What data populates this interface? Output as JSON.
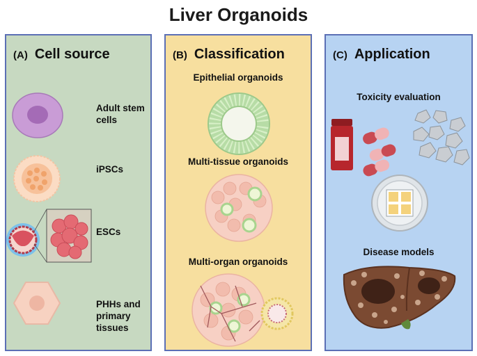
{
  "title": "Liver Organoids",
  "panels": [
    {
      "letter": "(A)",
      "heading": "Cell source",
      "items": [
        {
          "label": "Adult stem cells"
        },
        {
          "label": "iPSCs"
        },
        {
          "label": "ESCs"
        },
        {
          "label": "PHHs and primary tissues"
        }
      ]
    },
    {
      "letter": "(B)",
      "heading": "Classification",
      "items": [
        {
          "label": "Epithelial organoids"
        },
        {
          "label": "Multi-tissue organoids"
        },
        {
          "label": "Multi-organ organoids"
        }
      ]
    },
    {
      "letter": "(C)",
      "heading": "Application",
      "items": [
        {
          "label": "Toxicity evaluation"
        },
        {
          "label": "Disease models"
        }
      ]
    }
  ],
  "colors": {
    "panel_a_bg": "#c7d9c1",
    "panel_b_bg": "#f7df9f",
    "panel_c_bg": "#b7d3f2",
    "panel_border": "#5b6fb5"
  }
}
